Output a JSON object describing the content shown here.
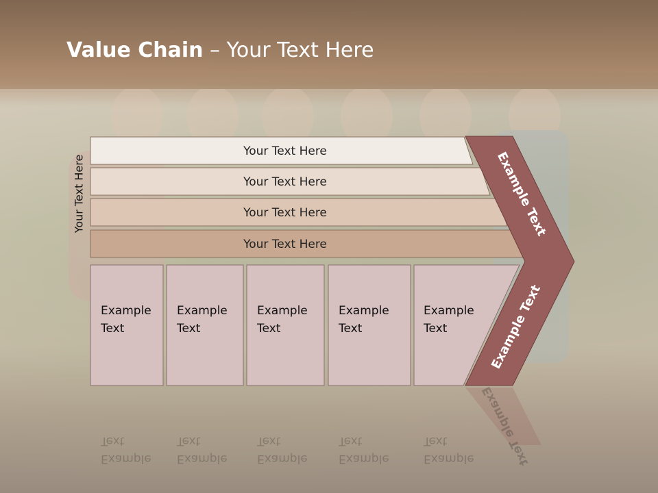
{
  "title": {
    "bold": "Value Chain",
    "rest": " – Your Text Here"
  },
  "side_label": "Your Text Here",
  "bars": [
    "Your Text Here",
    "Your Text Here",
    "Your Text Here",
    "Your Text Here"
  ],
  "boxes": [
    {
      "line1": "Example",
      "line2": "Text"
    },
    {
      "line1": "Example",
      "line2": "Text"
    },
    {
      "line1": "Example",
      "line2": "Text"
    },
    {
      "line1": "Example",
      "line2": "Text"
    },
    {
      "line1": "Example",
      "line2": "Text"
    }
  ],
  "arrow": {
    "upper_label": "Example Text",
    "lower_label": "Example Text"
  },
  "colors": {
    "bar_fills": [
      "#f2ece6",
      "#eadbd0",
      "#ddc6b3",
      "#c8a890"
    ],
    "box_fill": "#d6c0c0",
    "arrow_fill": "#975e5b",
    "title": "#ffffff"
  }
}
